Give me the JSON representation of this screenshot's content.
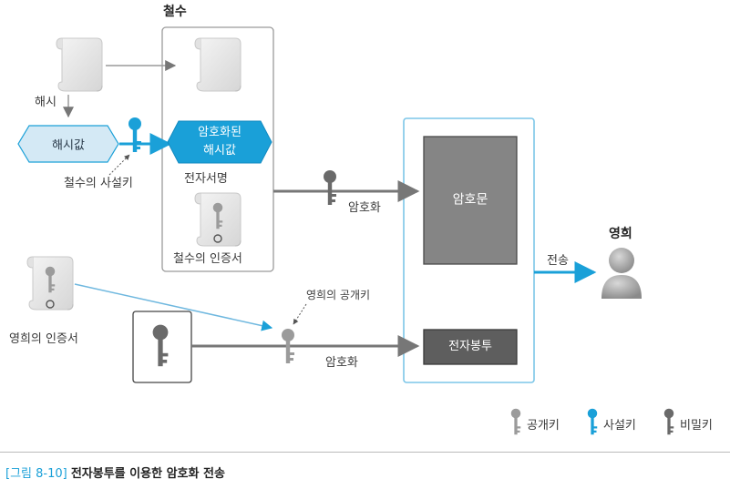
{
  "actors": {
    "sender": "철수",
    "receiver": "영희"
  },
  "labels": {
    "hash_step": "해시",
    "hash_value": "해시값",
    "sender_private_key": "철수의 사설키",
    "encrypted_hash_line1": "암호화된",
    "encrypted_hash_line2": "해시값",
    "digital_signature": "전자서명",
    "sender_certificate": "철수의 인증서",
    "encrypt_top": "암호화",
    "ciphertext": "암호문",
    "transmit": "전송",
    "receiver_certificate": "영희의 인증서",
    "receiver_public_key": "영희의 공개키",
    "encrypt_bottom": "암호화",
    "digital_envelope": "전자봉투"
  },
  "legend": {
    "public_key": "공개키",
    "private_key": "사설키",
    "secret_key": "비밀키"
  },
  "caption": {
    "figure_no": "[그림 8-10]",
    "title": "전자봉투를 이용한 암호화 전송"
  },
  "colors": {
    "accent_blue": "#1aa0d8",
    "hex_fill_light": "#d4e9f5",
    "hex_fill_dark": "#1aa0d8",
    "ciphertext_box": "#858585",
    "envelope_box": "#5e5e5e",
    "public_key": "#9b9b9b",
    "secret_key": "#6a6a6a",
    "arrow_gray": "#777777"
  },
  "icons": {
    "document": "scroll-document-icon",
    "certificate": "certificate-icon",
    "key": "key-icon",
    "person": "person-icon"
  }
}
